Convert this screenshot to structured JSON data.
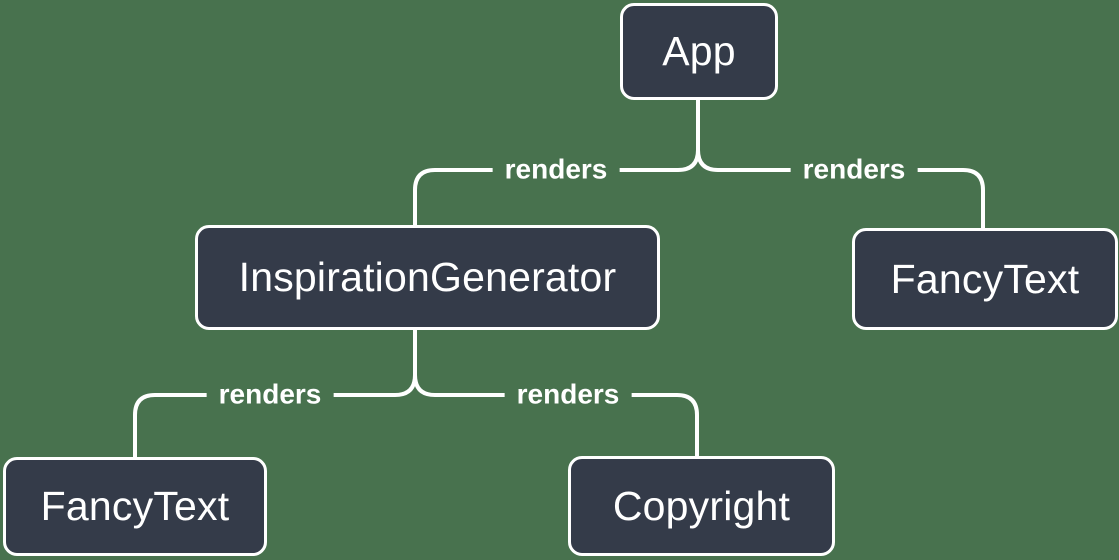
{
  "colors": {
    "background": "#48724E",
    "node_fill": "#343B49",
    "stroke": "#FFFFFF",
    "text": "#FFFFFF"
  },
  "nodes": [
    {
      "id": "app",
      "label": "App"
    },
    {
      "id": "inspiration-generator",
      "label": "InspirationGenerator"
    },
    {
      "id": "fancy-text-top",
      "label": "FancyText"
    },
    {
      "id": "fancy-text-bottom",
      "label": "FancyText"
    },
    {
      "id": "copyright",
      "label": "Copyright"
    }
  ],
  "edges": [
    {
      "from": "App",
      "to": "InspirationGenerator",
      "label": "renders"
    },
    {
      "from": "App",
      "to": "FancyText",
      "label": "renders"
    },
    {
      "from": "InspirationGenerator",
      "to": "FancyText",
      "label": "renders"
    },
    {
      "from": "InspirationGenerator",
      "to": "Copyright",
      "label": "renders"
    }
  ]
}
